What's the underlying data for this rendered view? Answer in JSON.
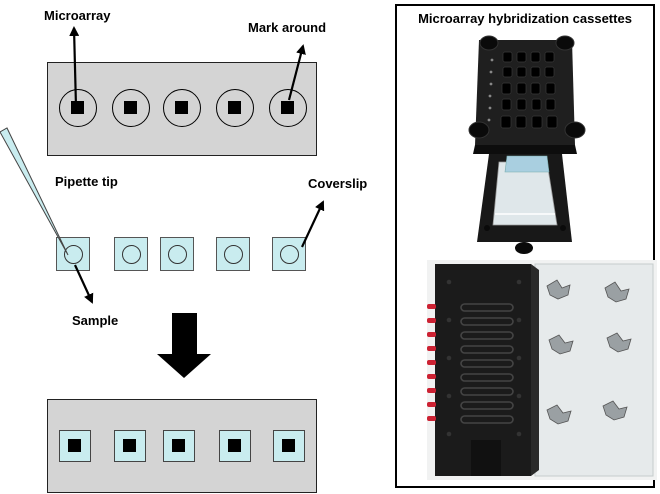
{
  "labels": {
    "microarray": "Microarray",
    "mark_around": "Mark around",
    "pipette_tip": "Pipette tip",
    "coverslip": "Coverslip",
    "sample": "Sample"
  },
  "right_panel": {
    "title": "Microarray hybridization cassettes"
  },
  "colors": {
    "slide": "#d4d4d4",
    "coverslip": "#c9ecef",
    "spot": "#000000",
    "cassette_body": "#1a1a1a",
    "cassette_clear": "#e8ecec"
  }
}
